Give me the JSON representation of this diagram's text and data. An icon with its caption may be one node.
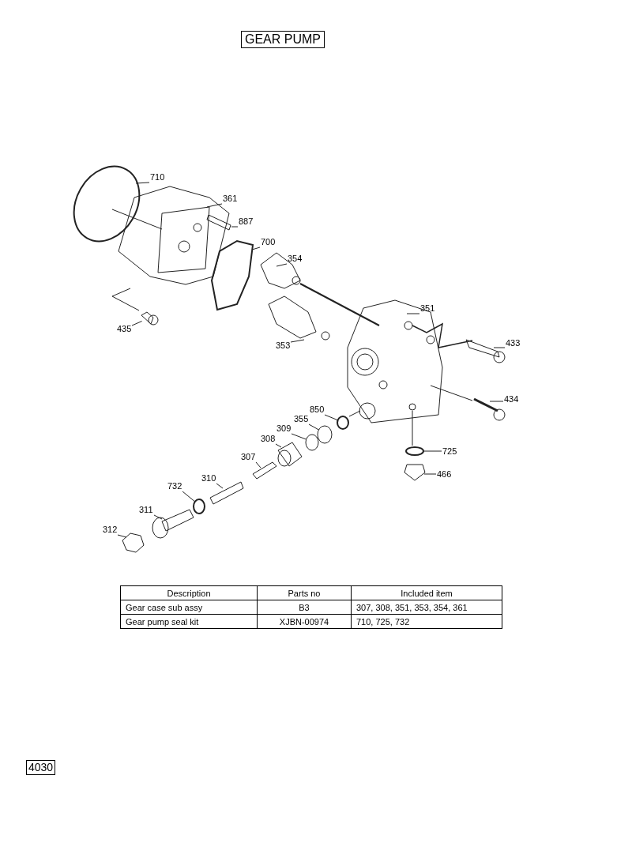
{
  "diagram": {
    "title": "GEAR PUMP",
    "nodes": [
      {
        "text": [
          "710"
        ]
      },
      {
        "text": [
          "361"
        ]
      },
      {
        "text": [
          "887"
        ]
      },
      {
        "text": [
          "700"
        ]
      },
      {
        "text": [
          "354"
        ]
      },
      {
        "text": [
          "435"
        ]
      },
      {
        "text": [
          "351"
        ]
      },
      {
        "text": [
          "353"
        ]
      },
      {
        "text": [
          "433"
        ]
      },
      {
        "text": [
          "434"
        ]
      },
      {
        "text": [
          "850"
        ]
      },
      {
        "text": [
          "355"
        ]
      },
      {
        "text": [
          "309"
        ]
      },
      {
        "text": [
          "308"
        ]
      },
      {
        "text": [
          "307"
        ]
      },
      {
        "text": [
          "310"
        ]
      },
      {
        "text": [
          "732"
        ]
      },
      {
        "text": [
          "725"
        ]
      },
      {
        "text": [
          "466"
        ]
      },
      {
        "text": [
          "311"
        ]
      },
      {
        "text": [
          "312"
        ]
      },
      {
        "text": [],
        "shape": "picture"
      },
      {
        "text": [],
        "shape": "circle"
      },
      {
        "text": [],
        "shape": "circle"
      },
      {
        "text": [],
        "shape": "circle"
      },
      {
        "text": [],
        "shape": "circle"
      },
      {
        "text": [],
        "shape": "circle"
      }
    ],
    "edges": [
      {
        "from": 0,
        "to": null,
        "arrow": "none"
      },
      {
        "from": 1,
        "to": null,
        "arrow": "none"
      },
      {
        "from": 2,
        "to": null,
        "arrow": "none"
      },
      {
        "from": 3,
        "to": null,
        "arrow": "none"
      },
      {
        "from": 4,
        "to": null,
        "arrow": "none"
      },
      {
        "from": 5,
        "to": 21,
        "arrow": "none"
      },
      {
        "from": 6,
        "to": null,
        "arrow": "none"
      },
      {
        "from": 7,
        "to": null,
        "arrow": "none"
      },
      {
        "from": 8,
        "to": null,
        "arrow": "none"
      },
      {
        "from": 9,
        "to": null,
        "arrow": "none"
      },
      {
        "from": 10,
        "to": 22,
        "arrow": "none"
      },
      {
        "from": 11,
        "to": 23,
        "arrow": "none"
      },
      {
        "from": 12,
        "to": 24,
        "arrow": "none"
      },
      {
        "from": 13,
        "to": null,
        "arrow": "none"
      },
      {
        "from": 14,
        "to": null,
        "arrow": "none"
      },
      {
        "from": 15,
        "to": null,
        "arrow": "none"
      },
      {
        "from": 16,
        "to": 26,
        "arrow": "none"
      },
      {
        "from": 17,
        "to": 25,
        "arrow": "none"
      },
      {
        "from": 18,
        "to": null,
        "arrow": "none"
      },
      {
        "from": 19,
        "to": null,
        "arrow": "none"
      },
      {
        "from": 20,
        "to": null,
        "arrow": "none"
      }
    ],
    "labels": [
      "Description",
      "Parts no",
      "Included item",
      "Gear case sub assy",
      "B3",
      "307, 308, 351, 353, 354, 361",
      "Gear pump seal kit",
      "XJBN-00974",
      "710, 725, 732",
      "4030"
    ]
  }
}
